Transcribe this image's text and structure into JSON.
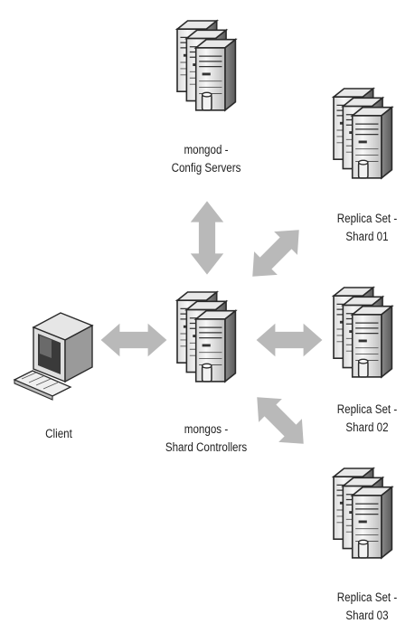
{
  "nodes": {
    "config_servers": {
      "line1": "mongod -",
      "line2": "Config Servers",
      "icon": "server-stack-icon"
    },
    "mongos": {
      "line1": "mongos -",
      "line2": "Shard Controllers",
      "icon": "server-stack-icon"
    },
    "client": {
      "line1": "Client",
      "icon": "desktop-computer-icon"
    },
    "shard_01": {
      "line1": "Replica Set -",
      "line2": "Shard 01",
      "icon": "server-stack-icon"
    },
    "shard_02": {
      "line1": "Replica Set -",
      "line2": "Shard 02",
      "icon": "server-stack-icon"
    },
    "shard_03": {
      "line1": "Replica Set -",
      "line2": "Shard 03",
      "icon": "server-stack-icon"
    }
  },
  "edges": [
    {
      "from": "mongos",
      "to": "config_servers",
      "style": "double-arrow"
    },
    {
      "from": "mongos",
      "to": "client",
      "style": "double-arrow"
    },
    {
      "from": "mongos",
      "to": "shard_01",
      "style": "double-arrow"
    },
    {
      "from": "mongos",
      "to": "shard_02",
      "style": "double-arrow"
    },
    {
      "from": "mongos",
      "to": "shard_03",
      "style": "double-arrow"
    }
  ],
  "colors": {
    "arrow": "#b9b9b9",
    "server_body": "#ececec",
    "server_outline": "#2a2a2a",
    "label": "#1e1e1e"
  }
}
